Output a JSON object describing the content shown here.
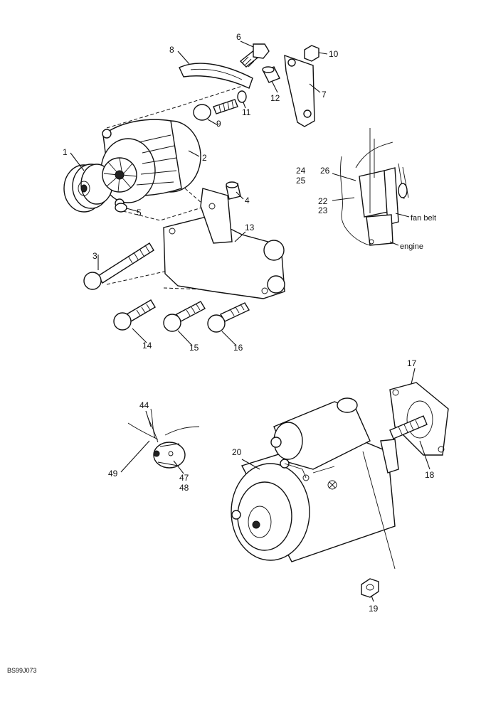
{
  "callouts": {
    "c1": "1",
    "c2": "2",
    "c3": "3",
    "c4": "4",
    "c5": "5",
    "c6": "6",
    "c7": "7",
    "c8": "8",
    "c9": "9",
    "c10": "10",
    "c11": "11",
    "c12": "12",
    "c13": "13",
    "c14": "14",
    "c15": "15",
    "c16": "16",
    "c17": "17",
    "c18": "18",
    "c19": "19",
    "c20": "20",
    "c22": "22",
    "c23": "23",
    "c24": "24",
    "c25": "25",
    "c26": "26",
    "c44": "44",
    "c47": "47",
    "c48": "48",
    "c49": "49"
  },
  "inset": {
    "fan_belt": "fan belt",
    "engine": "engine"
  },
  "reference_code": "BS99J073"
}
